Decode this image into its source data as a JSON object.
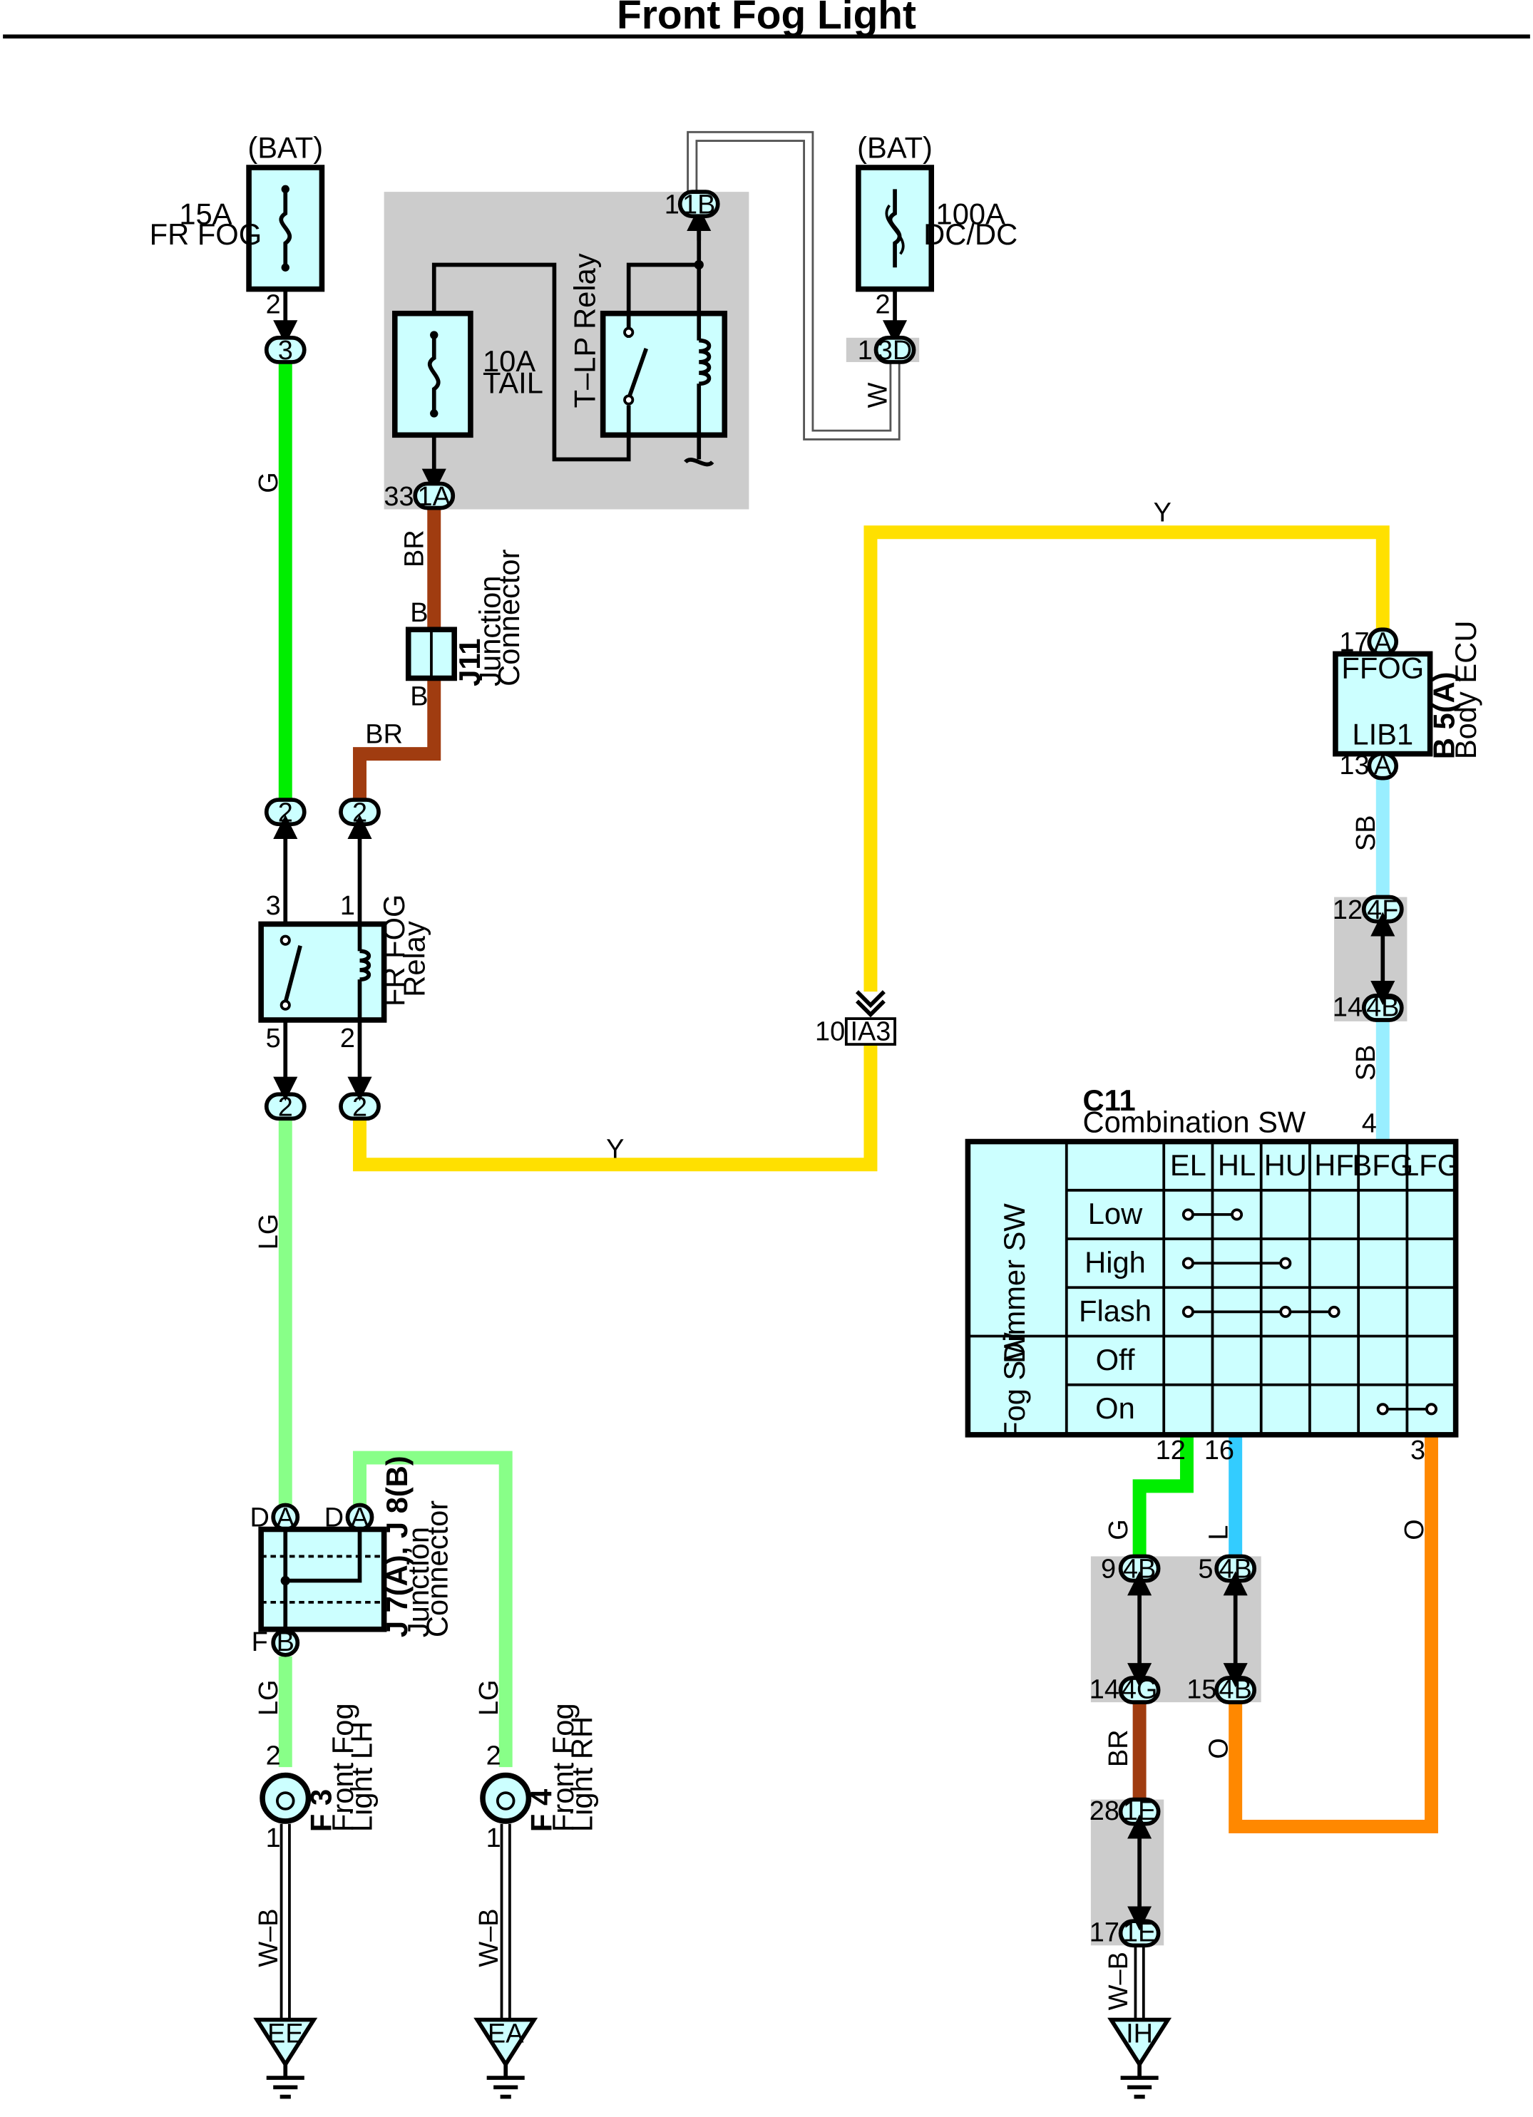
{
  "title": "Front Fog Light",
  "colors": {
    "G": "#00ee00",
    "LG": "#88ff88",
    "BR": "#a03c10",
    "Y": "#ffe000",
    "SB": "#99eeff",
    "L": "#33ccff",
    "O": "#ff8800",
    "W": "#ffffff",
    "box": "#ccffff",
    "shade": "#cccccc"
  },
  "fuses": {
    "fr_fog": {
      "source": "(BAT)",
      "rating": "15A",
      "name": "FR FOG",
      "pin": "2"
    },
    "dcdc": {
      "source": "(BAT)",
      "rating": "100A",
      "name": "DC/DC",
      "pin": "2"
    },
    "tail": {
      "rating": "10A",
      "name": "TAIL"
    }
  },
  "tlp_relay": {
    "name": "T–LP Relay"
  },
  "fr_fog_relay": {
    "name1": "FR FOG",
    "name2": "Relay",
    "pin_3": "3",
    "pin_1": "1",
    "pin_5": "5",
    "pin_2": "2"
  },
  "j11": {
    "id": "J11",
    "name1": "Junction",
    "name2": "Connector",
    "pin_top": "B",
    "pin_bottom": "B"
  },
  "j7": {
    "id": "J 7(A), J 8(B)",
    "name1": "Junction",
    "name2": "Connector",
    "pin_d1": "D",
    "pin_d2": "D",
    "pin_f": "F",
    "conn_a": "A",
    "conn_b": "B"
  },
  "body_ecu": {
    "id": "B 5(A)",
    "name": "Body ECU",
    "ffog": "FFOG",
    "lib1": "LIB1",
    "pin_top": "17",
    "pin_bottom": "13",
    "conn": "A"
  },
  "connectors": {
    "c3": "3",
    "c1b": "1B",
    "c1b_pin": "1",
    "c3d": "3D",
    "c3d_pin": "1",
    "c1a": "1A",
    "c1a_pin": "33",
    "c2": "2",
    "ia3": "IA3",
    "ia3_pin": "10",
    "c4f": "4F",
    "c4f_pin": "12",
    "c4b_top": "4B",
    "c4b_top_pin": "14",
    "c4b_g": "4B",
    "c4b_g_pin": "9",
    "c4b_l": "4B",
    "c4b_l_pin": "5",
    "c4g": "4G",
    "c4g_pin": "14",
    "c4b_o": "4B",
    "c4b_o_pin": "15",
    "c1e_top": "1E",
    "c1e_top_pin": "28",
    "c1e_bot": "1E",
    "c1e_bot_pin": "17"
  },
  "wires": {
    "G": "G",
    "LG": "LG",
    "BR": "BR",
    "Y": "Y",
    "SB": "SB",
    "L": "L",
    "O": "O",
    "W": "W",
    "WB": "W–B"
  },
  "combination_sw": {
    "id": "C11",
    "name": "Combination SW",
    "pin_top": "4",
    "pin_12": "12",
    "pin_16": "16",
    "pin_3": "3",
    "columns": [
      "EL",
      "HL",
      "HU",
      "HF",
      "BFG",
      "LFG"
    ],
    "groups": [
      {
        "name": "Dimmer SW",
        "rows": [
          "Low",
          "High",
          "Flash"
        ]
      },
      {
        "name": "Fog SW",
        "rows": [
          "Off",
          "On"
        ]
      }
    ]
  },
  "lights": {
    "lh": {
      "id": "F 3",
      "name1": "Front Fog",
      "name2": "Light LH",
      "pin_top": "2",
      "pin_bottom": "1"
    },
    "rh": {
      "id": "F 4",
      "name1": "Front Fog",
      "name2": "Light RH",
      "pin_top": "2",
      "pin_bottom": "1"
    }
  },
  "grounds": {
    "ee": "EE",
    "ea": "EA",
    "ih": "IH"
  }
}
